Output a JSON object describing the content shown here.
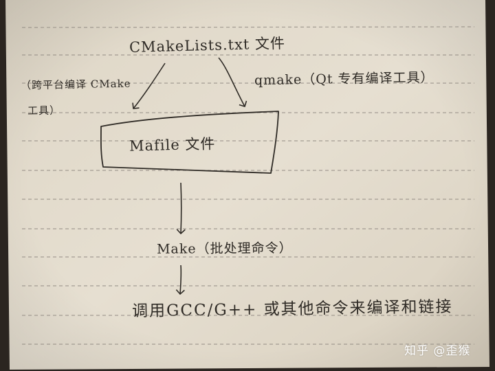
{
  "diagram": {
    "nodes": {
      "cmakelists": "CMakeLists.txt 文件",
      "makefile": "Mafile 文件",
      "make": "Make（批处理命令）",
      "gcc": "调用GCC/G++ 或其他命令来编译和链接"
    },
    "edges": {
      "cmake_label_line1": "（跨平台编译 CMake",
      "cmake_label_line2": "工具）",
      "qmake_label": "qmake（Qt 专有编译工具）"
    }
  },
  "watermark": "知乎 @歪猴",
  "colors": {
    "paper": "#e4dccd",
    "ruled_line": "#8e8780",
    "ink": "#2e2a25",
    "background": "#2b2520"
  }
}
